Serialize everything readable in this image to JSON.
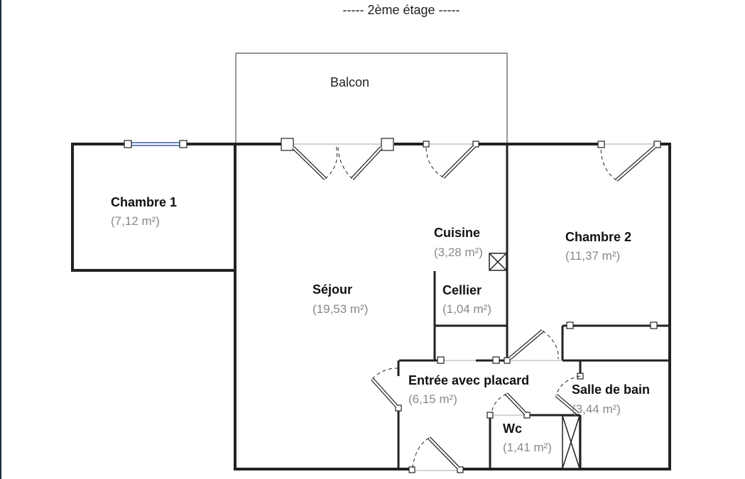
{
  "title": "----- 2ème étage -----",
  "balcony_label": "Balcon",
  "rooms": [
    {
      "name": "Chambre 1",
      "area": "(7,12 m²)"
    },
    {
      "name": "Séjour",
      "area": "(19,53 m²)"
    },
    {
      "name": "Cuisine",
      "area": "(3,28 m²)"
    },
    {
      "name": "Cellier",
      "area": "(1,04 m²)"
    },
    {
      "name": "Chambre 2",
      "area": "(11,37 m²)"
    },
    {
      "name": "Entrée avec placard",
      "area": "(6,15 m²)"
    },
    {
      "name": "Salle de bain",
      "area": "(3,44 m²)"
    },
    {
      "name": "Wc",
      "area": "(1,41 m²)"
    }
  ]
}
